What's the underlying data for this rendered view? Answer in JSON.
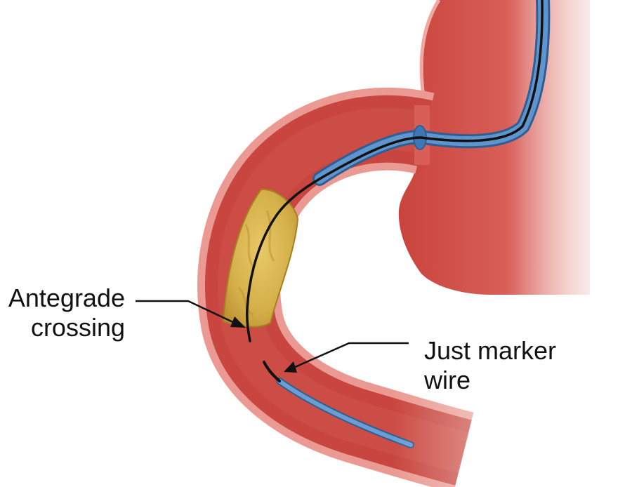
{
  "labels": {
    "antegrade": {
      "line1": "Antegrade",
      "line2": "crossing"
    },
    "marker": {
      "line1": "Just marker",
      "line2": "wire"
    }
  },
  "colors": {
    "vessel_wall": "#e8928a",
    "vessel_lumen": "#c8463f",
    "outer_tissue": "#d9605a",
    "occlusion": "#d7b44a",
    "catheter": "#4f86c1",
    "catheter_edge": "#2f5f92",
    "guidewire": "#111111"
  }
}
